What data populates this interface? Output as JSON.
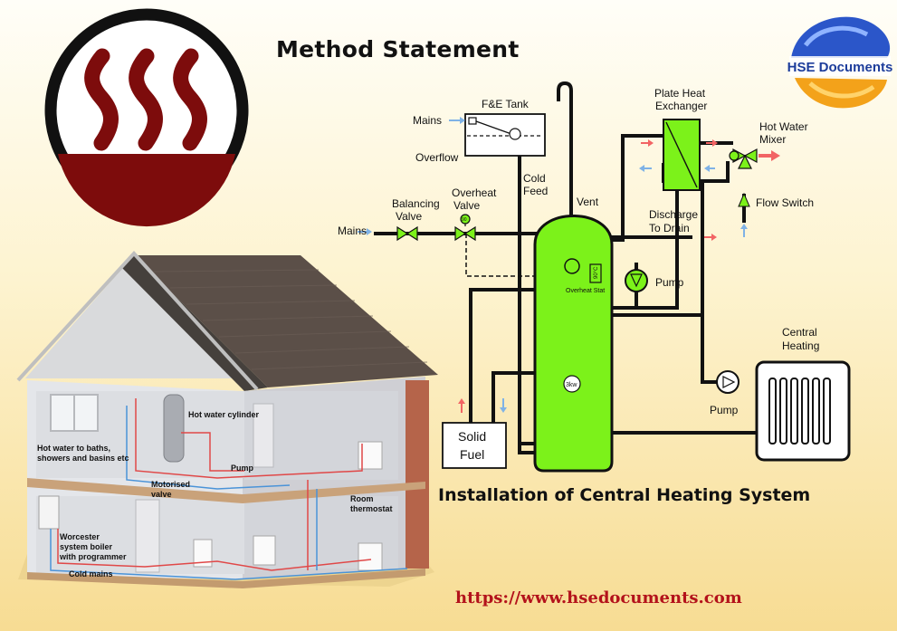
{
  "header": {
    "title": "Method Statement",
    "subtitle": "Installation of Central Heating System",
    "url": "https://www.hsedocuments.com"
  },
  "logo": {
    "text": "HSE Documents"
  },
  "icon": {
    "name": "heating-icon"
  },
  "colors": {
    "tank_green": "#7cf21a",
    "pipe": "#111111",
    "hot_arrow": "#f26464",
    "cold_arrow": "#7fb2e6",
    "icon_red": "#7d0c0c",
    "url_red": "#b3121b"
  },
  "schematic": {
    "fe_tank": "F&E Tank",
    "mains_top": "Mains",
    "overflow": "Overflow",
    "cold_feed_1": "Cold",
    "cold_feed_2": "Feed",
    "vent": "Vent",
    "balancing_1": "Balancing",
    "balancing_2": "Valve",
    "overheat_1": "Overheat",
    "overheat_2": "Valve",
    "mains_left": "Mains",
    "phe_1": "Plate Heat",
    "phe_2": "Exchanger",
    "mixer_1": "Hot Water",
    "mixer_2": "Mixer",
    "flow_switch": "Flow Switch",
    "discharge_1": "Discharge",
    "discharge_2": "To Drain",
    "pump_upper": "Pump",
    "overheat_stat": "Overheat Stat",
    "element": "3kw",
    "stat_badge": "90°C",
    "valve_badge": "90",
    "central_1": "Central",
    "central_2": "Heating",
    "pump_lower": "Pump",
    "solid_1": "Solid",
    "solid_2": "Fuel"
  },
  "house": {
    "cylinder": "Hot water cylinder",
    "baths_1": "Hot water to baths,",
    "baths_2": "showers and basins etc",
    "pump": "Pump",
    "motorised_1": "Motorised",
    "motorised_2": "valve",
    "room_1": "Room",
    "room_2": "thermostat",
    "boiler_1": "Worcester",
    "boiler_2": "system boiler",
    "boiler_3": "with programmer",
    "cold_mains": "Cold mains"
  }
}
